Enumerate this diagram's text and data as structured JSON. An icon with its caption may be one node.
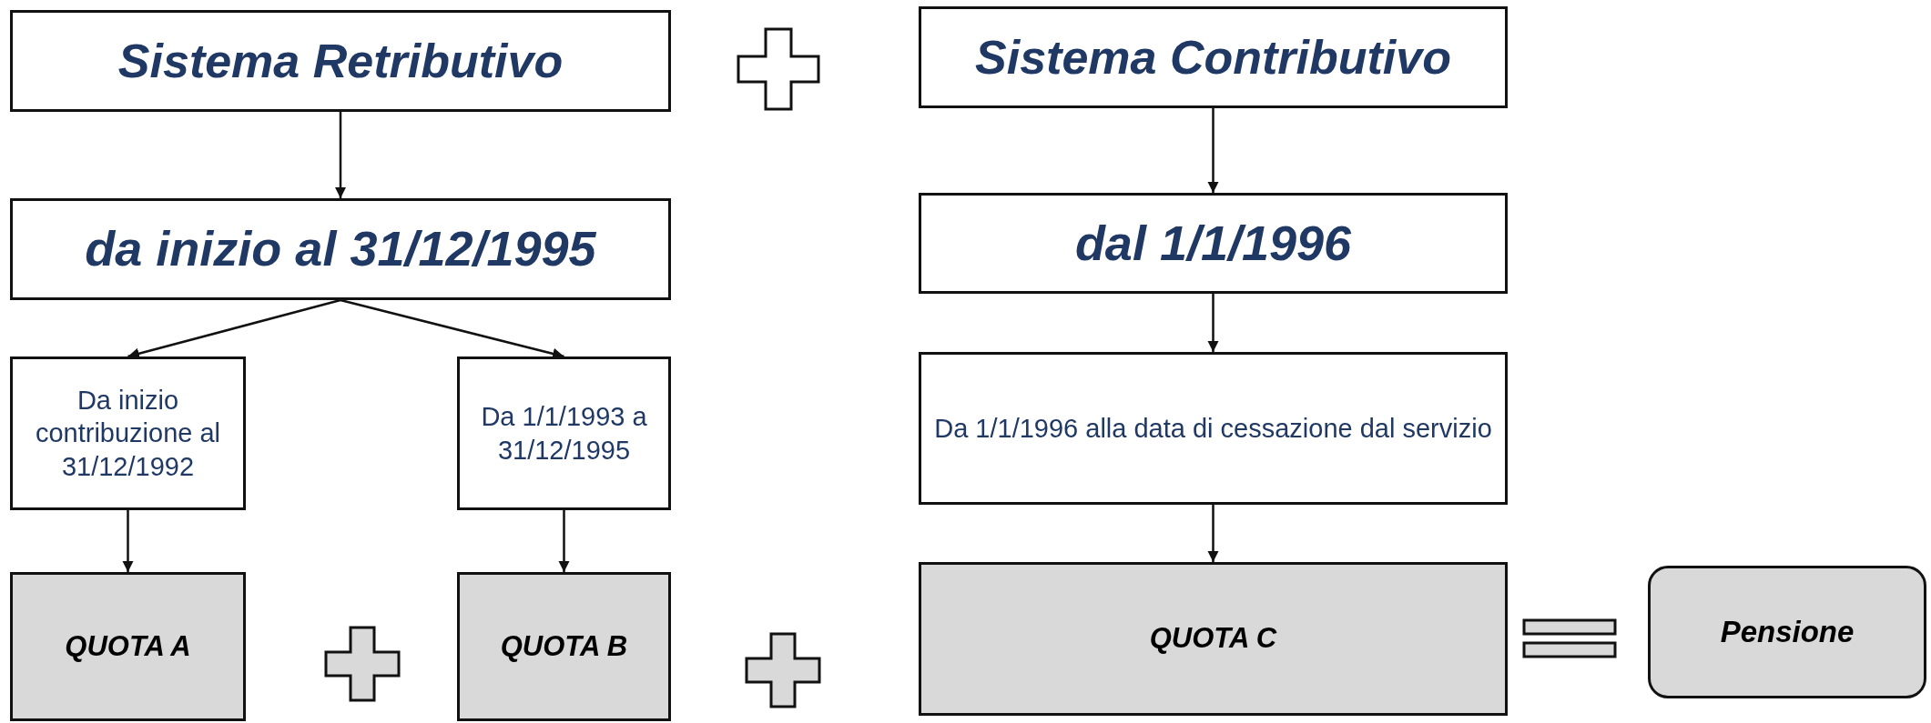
{
  "diagram": {
    "nodes": [
      {
        "text": [
          "Sistema Retributivo"
        ]
      },
      {
        "text": [
          "Sistema Contributivo"
        ]
      },
      {
        "text": [
          "da inizio al 31/12/1995"
        ]
      },
      {
        "text": [
          "dal 1/1/1996"
        ]
      },
      {
        "text": [
          "Da inizio contribuzione al 31/12/1992"
        ]
      },
      {
        "text": [
          "Da 1/1/1993 a 31/12/1995"
        ]
      },
      {
        "text": [
          "Da 1/1/1996 alla data di cessazione dal servizio"
        ]
      },
      {
        "text": [
          "QUOTA A"
        ]
      },
      {
        "text": [
          "QUOTA B"
        ]
      },
      {
        "text": [
          "QUOTA C"
        ]
      },
      {
        "text": [
          "Pensione"
        ]
      }
    ],
    "edges": [
      {
        "from": 0,
        "to": 2,
        "arrow": "to"
      },
      {
        "from": 1,
        "to": 3,
        "arrow": "to"
      },
      {
        "from": 2,
        "to": 4,
        "arrow": "to"
      },
      {
        "from": 2,
        "to": 5,
        "arrow": "to"
      },
      {
        "from": 3,
        "to": 6,
        "arrow": "to"
      },
      {
        "from": 4,
        "to": 7,
        "arrow": "to"
      },
      {
        "from": 5,
        "to": 8,
        "arrow": "to"
      },
      {
        "from": 6,
        "to": 9,
        "arrow": "to"
      }
    ]
  }
}
